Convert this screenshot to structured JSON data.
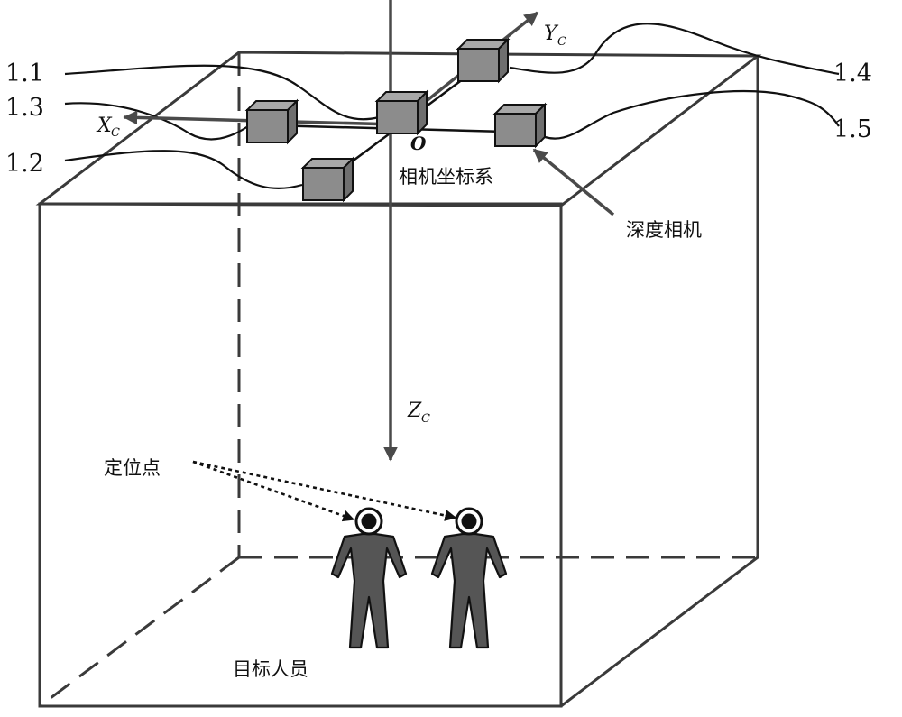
{
  "labels": {
    "cam_1_1": "1.1",
    "cam_1_2": "1.2",
    "cam_1_3": "1.3",
    "cam_1_4": "1.4",
    "cam_1_5": "1.5",
    "origin": "O",
    "camera_coord_system": "相机坐标系",
    "depth_camera": "深度相机",
    "positioning_point": "定位点",
    "target_person": "目标人员"
  },
  "axes": {
    "x": {
      "letter": "X",
      "sub": "C"
    },
    "y": {
      "letter": "Y",
      "sub": "C"
    },
    "z": {
      "letter": "Z",
      "sub": "C"
    }
  },
  "colors": {
    "box_edge": "#3a3a3a",
    "camera_front": "#8c8c8c",
    "camera_top": "#a8a8a8",
    "camera_side": "#6f6f6f",
    "person_fill": "#555555",
    "axis": "#4a4a4a"
  },
  "icons": {
    "camera": "depth-camera-cube-icon",
    "person": "person-silhouette-icon",
    "locator": "locator-ring-icon"
  }
}
